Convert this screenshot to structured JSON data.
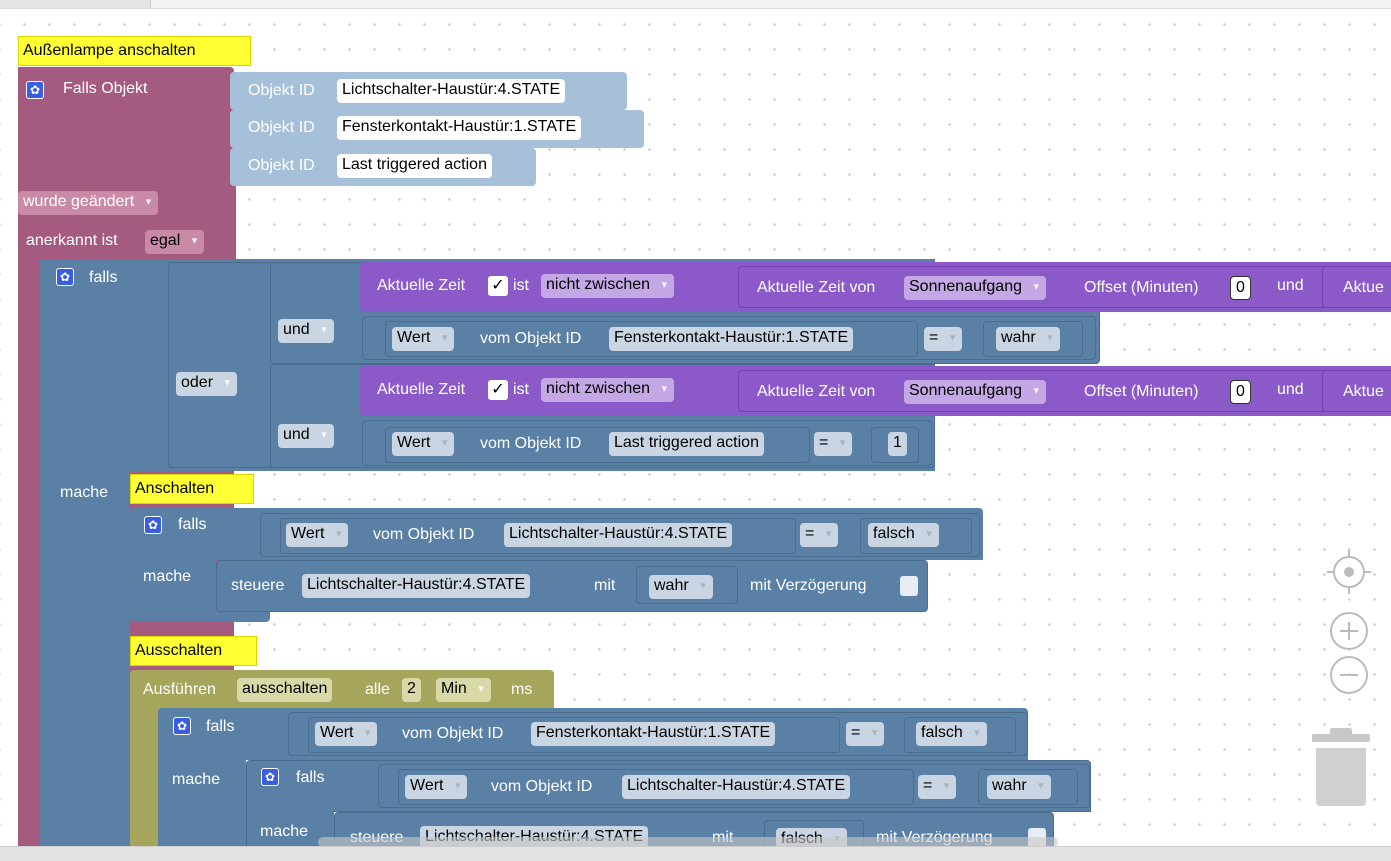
{
  "comments": {
    "main": "Außenlampe anschalten",
    "on": "Anschalten",
    "off": "Ausschalten"
  },
  "trigger": {
    "header": "Falls Objekt",
    "objekt_id_label": "Objekt ID",
    "ids": [
      "Lichtschalter-Haustür:4.STATE",
      "Fensterkontakt-Haustür:1.STATE",
      "Last triggered action"
    ],
    "event": "wurde geändert",
    "ack_label": "anerkannt ist",
    "ack_value": "egal"
  },
  "logic": {
    "falls": "falls",
    "mache": "mache",
    "und": "und",
    "oder": "oder",
    "equals": "=",
    "true": "wahr",
    "false": "falsch"
  },
  "time": {
    "current_time": "Aktuelle Zeit",
    "check": "✓",
    "ist": "ist",
    "not_between": "nicht zwischen",
    "time_from": "Aktuelle Zeit von",
    "sunrise": "Sonnenaufgang",
    "offset": "Offset (Minuten)",
    "offset_value": "0",
    "cut": "Aktue"
  },
  "state": {
    "wert": "Wert",
    "vom_objekt": "vom Objekt ID",
    "one": "1"
  },
  "control": {
    "steuere": "steuere",
    "mit": "mit",
    "delay": "mit Verzögerung"
  },
  "timer": {
    "ausfuehren": "Ausführen",
    "name": "ausschalten",
    "alle": "alle",
    "interval": "2",
    "unit": "Min",
    "ms": "ms"
  },
  "colors": {
    "event_block": "#a55b80",
    "trigger_id_block": "#a5c0d8",
    "logic_block": "#5b80a5",
    "time_block": "#8b59c8",
    "timer_block": "#a5a55b",
    "comment": "#ffff33",
    "gear_icon": "#3a5ee0"
  },
  "icons": {
    "gear": "gear-icon",
    "recenter": "recenter-icon",
    "zoom_in": "zoom-in-icon",
    "zoom_out": "zoom-out-icon",
    "trash": "trash-icon"
  }
}
